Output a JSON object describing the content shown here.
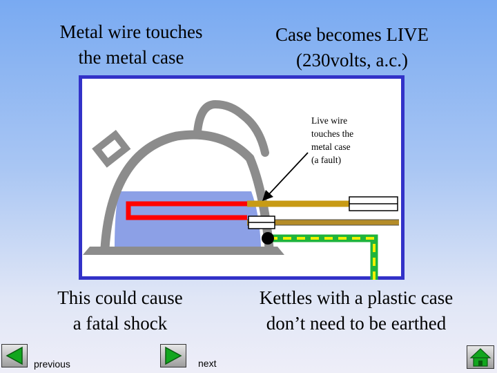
{
  "captions": {
    "top_left": [
      "Metal wire touches",
      "the metal case"
    ],
    "top_right": [
      "Case becomes LIVE",
      "(230volts, a.c.)"
    ],
    "bottom_left": [
      "This could cause",
      "a fatal shock"
    ],
    "bottom_right": [
      "Kettles with a plastic case",
      "don’t need to be earthed"
    ]
  },
  "diagram": {
    "annotation": [
      "Live wire",
      "touches the",
      "metal case",
      "(a fault)"
    ],
    "colors": {
      "frame": "#3232c8",
      "case": "#8c8c8c",
      "element": "#ff0000",
      "live_wire": "#c89b14",
      "neutral_wire": "#b48c28",
      "earth_green": "#1fb43c",
      "earth_yellow": "#f0f000",
      "water": "#8ca0e6"
    }
  },
  "nav": {
    "previous_label": "previous",
    "next_label": "next"
  },
  "icons": {
    "previous": "triangle-left-icon",
    "next": "triangle-right-icon",
    "home": "home-icon"
  }
}
